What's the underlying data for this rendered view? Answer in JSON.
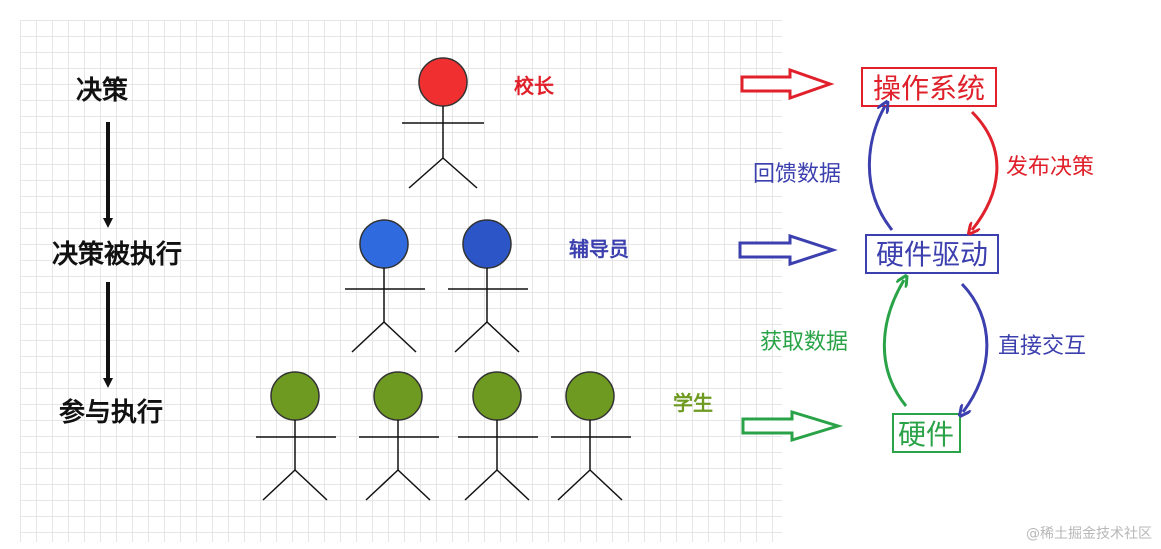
{
  "levels": {
    "decision": "决策",
    "executed": "决策被执行",
    "participate": "参与执行"
  },
  "roles": {
    "principal": "校长",
    "counselor": "辅导员",
    "student": "学生"
  },
  "nodes": {
    "os": "操作系统",
    "driver": "硬件驱动",
    "hardware": "硬件"
  },
  "edges": {
    "publish": "发布决策",
    "feedback": "回馈数据",
    "interact": "直接交互",
    "fetch": "获取数据"
  },
  "watermark": "@稀土掘金技术社区",
  "colors": {
    "red": "#e0202a",
    "blue": "#3c3fae",
    "green": "#2aa348",
    "principal_fill": "#f03030",
    "counselor_fill_1": "#2f6bdf",
    "counselor_fill_2": "#2c56c8",
    "student_fill": "#6f9a22"
  }
}
